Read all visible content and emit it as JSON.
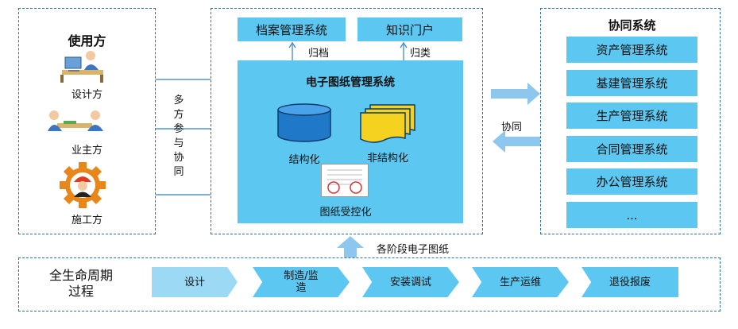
{
  "users": {
    "title": "使用方",
    "designer": "设计方",
    "owner": "业主方",
    "builder": "施工方",
    "participate_chars": [
      "多",
      "方",
      "参",
      "与",
      "协",
      "同"
    ]
  },
  "center": {
    "archive_system": "档案管理系统",
    "knowledge_portal": "知识门户",
    "archive_label": "归档",
    "classify_label": "归类",
    "main_title": "电子图纸管理系统",
    "structured": "结构化",
    "unstructured": "非结构化",
    "controlled": "图纸受控化"
  },
  "collab": {
    "title": "协同系统",
    "items": [
      "资产管理系统",
      "基建管理系统",
      "生产管理系统",
      "合同管理系统",
      "办公管理系统",
      "..."
    ],
    "arrow_label": "协同"
  },
  "stages_label": "各阶段电子图纸",
  "lifecycle": {
    "title_line1": "全生命周期",
    "title_line2": "过程",
    "steps": [
      "设计",
      "制造/监造",
      "安装调试",
      "生产运维",
      "退役报废"
    ]
  },
  "colors": {
    "block": "#5cc8f2",
    "border": "#2f6f9f",
    "arrow": "#8ec7ee"
  }
}
